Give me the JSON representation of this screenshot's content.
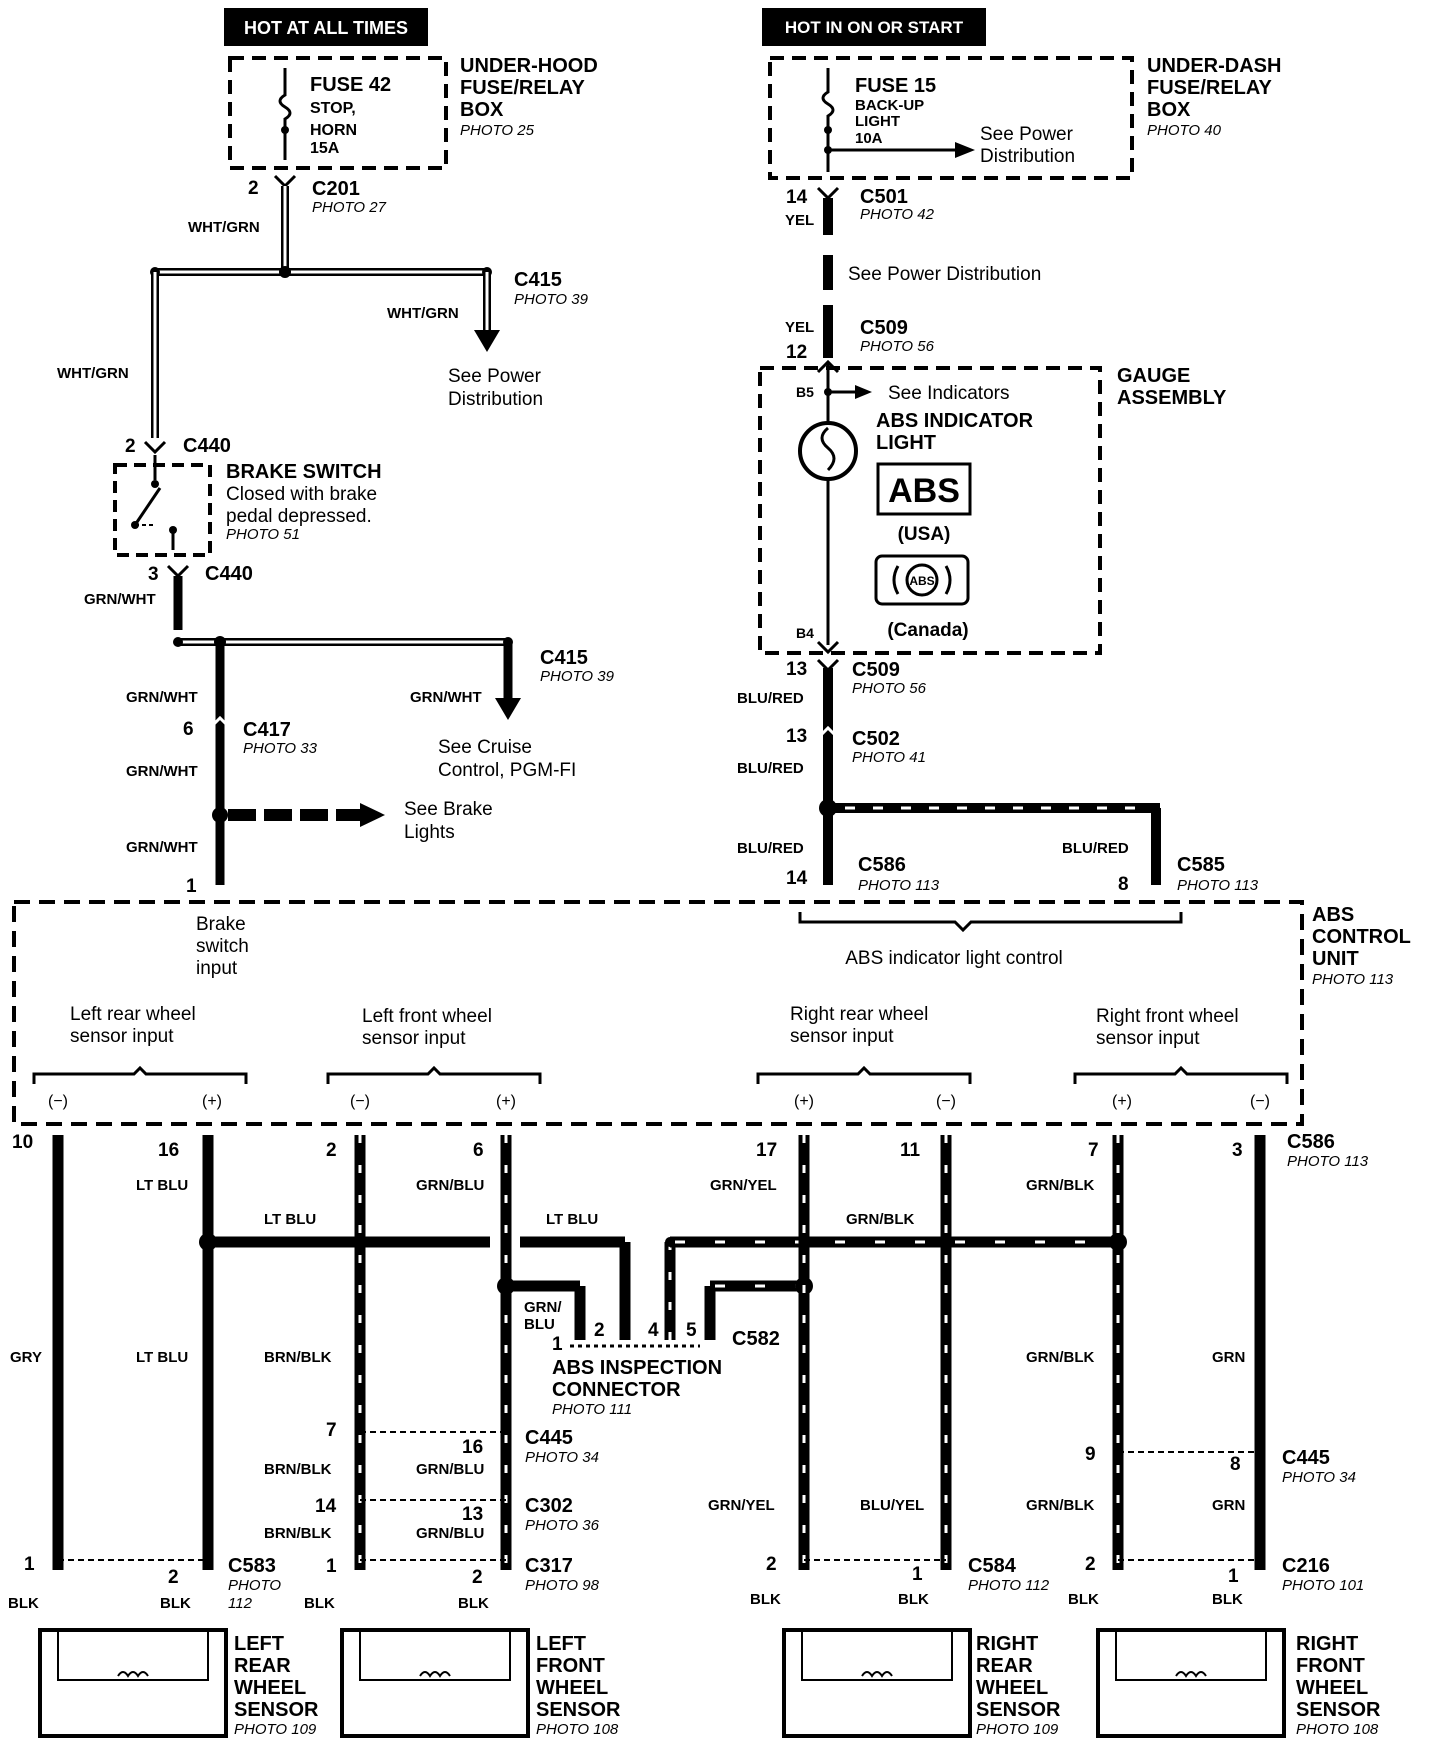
{
  "badges": {
    "hot_at_all_times": "HOT AT ALL TIMES",
    "hot_in_on_or_start": "HOT IN ON OR START"
  },
  "underhood": {
    "title1": "UNDER-HOOD",
    "title2": "FUSE/RELAY",
    "title3": "BOX",
    "photo": "PHOTO 25"
  },
  "fuse42": {
    "name": "FUSE 42",
    "l1": "STOP,",
    "l2": "HORN",
    "l3": "15A"
  },
  "underdash": {
    "title1": "UNDER-DASH",
    "title2": "FUSE/RELAY",
    "title3": "BOX",
    "photo": "PHOTO 40"
  },
  "fuse15": {
    "name": "FUSE 15",
    "l1": "BACK-UP",
    "l2": "LIGHT",
    "l3": "10A"
  },
  "see": {
    "power1": "See Power",
    "power2": "Distribution",
    "power_inline": "See Power Distribution",
    "indicators": "See Indicators",
    "cruise1": "See Cruise",
    "cruise2": "Control, PGM-FI",
    "brake1": "See Brake",
    "brake2": "Lights"
  },
  "connectors": {
    "c201": "C201",
    "c415": "C415",
    "c440": "C440",
    "c417": "C417",
    "c501": "C501",
    "c509": "C509",
    "c502": "C502",
    "c586": "C586",
    "c585": "C585",
    "c582": "C582",
    "c445": "C445",
    "c302": "C302",
    "c317": "C317",
    "c583": "C583",
    "c584": "C584",
    "c216": "C216"
  },
  "photos": {
    "p27": "PHOTO 27",
    "p39": "PHOTO 39",
    "p51": "PHOTO 51",
    "p33": "PHOTO 33",
    "p42": "PHOTO 42",
    "p56": "PHOTO 56",
    "p41": "PHOTO 41",
    "p113": "PHOTO 113",
    "p111": "PHOTO 111",
    "p34": "PHOTO 34",
    "p36": "PHOTO 36",
    "p98": "PHOTO 98",
    "photo_word": "PHOTO",
    "n112": "112",
    "p112": "PHOTO 112",
    "p101": "PHOTO 101",
    "p109": "PHOTO 109",
    "p108": "PHOTO 108"
  },
  "wires": {
    "wht_grn": "WHT/GRN",
    "grn_wht": "GRN/WHT",
    "yel": "YEL",
    "blu_red": "BLU/RED",
    "lt_blu": "LT BLU",
    "grn_blu": "GRN/BLU",
    "grn_blu_a": "GRN/",
    "grn_blu_b": "BLU",
    "grn_yel": "GRN/YEL",
    "grn_blk": "GRN/BLK",
    "gry": "GRY",
    "brn_blk": "BRN/BLK",
    "grn": "GRN",
    "blu_yel": "BLU/YEL",
    "blk": "BLK"
  },
  "pins": {
    "n1": "1",
    "n2": "2",
    "n3": "3",
    "n4": "4",
    "n5": "5",
    "n6": "6",
    "n7": "7",
    "n8": "8",
    "n9": "9",
    "n10": "10",
    "n11": "11",
    "n12": "12",
    "n13": "13",
    "n14": "14",
    "n16": "16",
    "n17": "17",
    "b4": "B4",
    "b5": "B5"
  },
  "brake_switch": {
    "title": "BRAKE SWITCH",
    "l1": "Closed with brake",
    "l2": "pedal depressed."
  },
  "gauge": {
    "title1": "GAUGE",
    "title2": "ASSEMBLY",
    "abs_light1": "ABS INDICATOR",
    "abs_light2": "LIGHT",
    "abs_symbol": "ABS",
    "usa": "(USA)",
    "canada": "(Canada)"
  },
  "abs_unit": {
    "title1": "ABS",
    "title2": "CONTROL",
    "title3": "UNIT",
    "brake_in1": "Brake",
    "brake_in2": "switch",
    "brake_in3": "input",
    "indicator_ctrl": "ABS indicator light control",
    "lr1": "Left rear wheel",
    "lr2": "sensor input",
    "lf1": "Left front wheel",
    "lf2": "sensor input",
    "rr1": "Right rear wheel",
    "rr2": "sensor input",
    "rf1": "Right front wheel",
    "rf2": "sensor input",
    "neg": "(−)",
    "pos": "(+)"
  },
  "inspection": {
    "l1": "ABS INSPECTION",
    "l2": "CONNECTOR"
  },
  "sensors": {
    "left": "LEFT",
    "right": "RIGHT",
    "rear": "REAR",
    "front": "FRONT",
    "wheel": "WHEEL",
    "sensor": "SENSOR"
  },
  "symbols": {
    "canada_abs": "ABS"
  }
}
